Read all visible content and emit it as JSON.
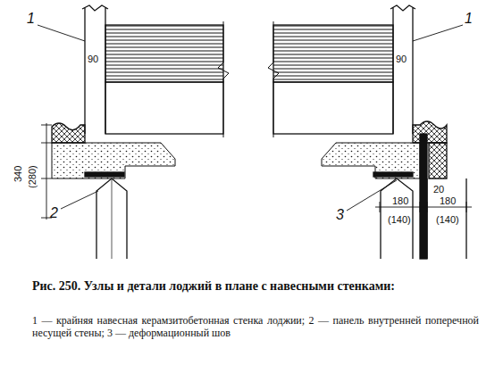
{
  "diagram": {
    "caption": "Рис. 250. Узлы и детали лоджий в плане с навесными стенками:",
    "labels": [
      "1",
      "90",
      "340",
      "(280)",
      "2",
      "1",
      "90",
      "3",
      "20",
      "180",
      "(140)",
      "180",
      "(140)",
      "1 — крайняя навесная керамзитобетонная стенка лоджии; 2 — панель внутренней поперечной несущей стены; 3 — деформационный шов"
    ]
  }
}
